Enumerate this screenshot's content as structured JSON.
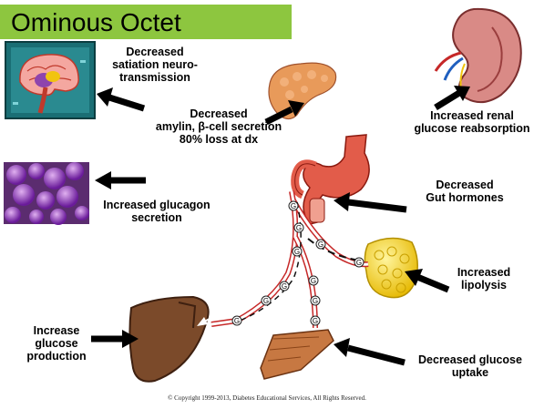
{
  "slide": {
    "title": "Ominous Octet",
    "footer": "© Copyright 1999-2013, Diabetes Educational Services,  All Rights Reserved."
  },
  "labels": {
    "brain": "Decreased\nsatiation neuro-\ntransmission",
    "pancreas": "Decreased\namylin, β-cell secretion\n80% loss at dx",
    "kidney": "Increased  renal\nglucose reabsorption",
    "alpha_cell": "Increased glucagon\nsecretion",
    "gut": "Decreased\nGut hormones",
    "fat": "Increased\nlipolysis",
    "liver": "Increase\nglucose\nproduction",
    "muscle": "Decreased glucose\nuptake"
  },
  "vessel_marker": "G",
  "colors": {
    "title_bar": "#8dc63f",
    "arrow": "#000000",
    "vessel": "#c62828",
    "liver": "#7b4a2a",
    "stomach": "#e25c4a",
    "fat": "#f2d21b",
    "pancreas": "#e89a5a",
    "cells": "#8e44ad",
    "brain_panel": "#1a6e74"
  }
}
